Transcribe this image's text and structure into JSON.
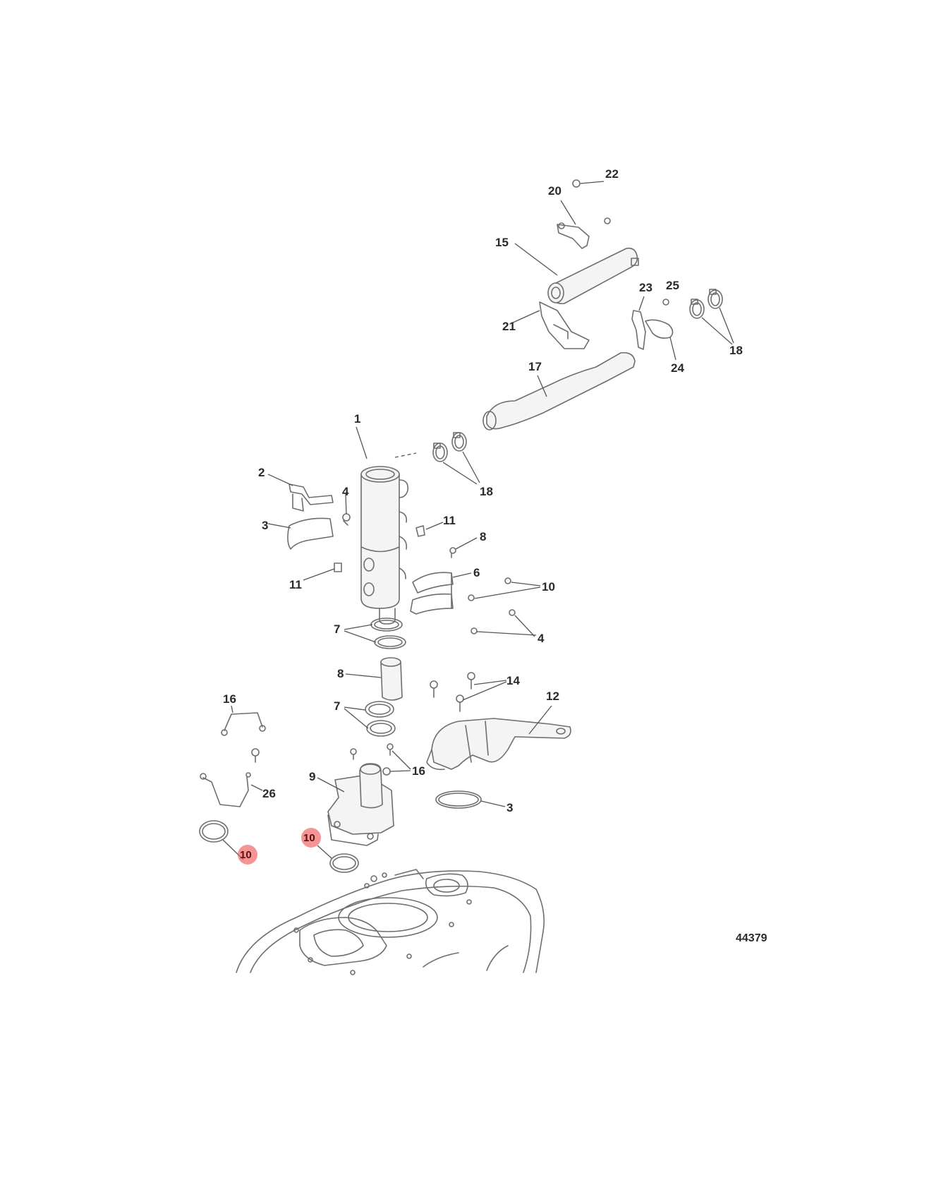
{
  "figure": {
    "reference_number": "44379"
  },
  "highlight_color": "#f05a5a",
  "callouts": {
    "c1": "1",
    "c2": "2",
    "c3a": "3",
    "c3b": "3",
    "c4a": "4",
    "c4b": "4",
    "c6": "6",
    "c7a": "7",
    "c7b": "7",
    "c8a": "8",
    "c8b": "8",
    "c9": "9",
    "c10a": "10",
    "c10b": "10",
    "c10c": "10",
    "c11a": "11",
    "c11b": "11",
    "c12": "12",
    "c14": "14",
    "c15": "15",
    "c16a": "16",
    "c16b": "16",
    "c17": "17",
    "c18a": "18",
    "c18b": "18",
    "c20": "20",
    "c21": "21",
    "c22": "22",
    "c23": "23",
    "c24": "24",
    "c25": "25",
    "c26": "26"
  },
  "highlighted_callouts": [
    "10",
    "10"
  ]
}
